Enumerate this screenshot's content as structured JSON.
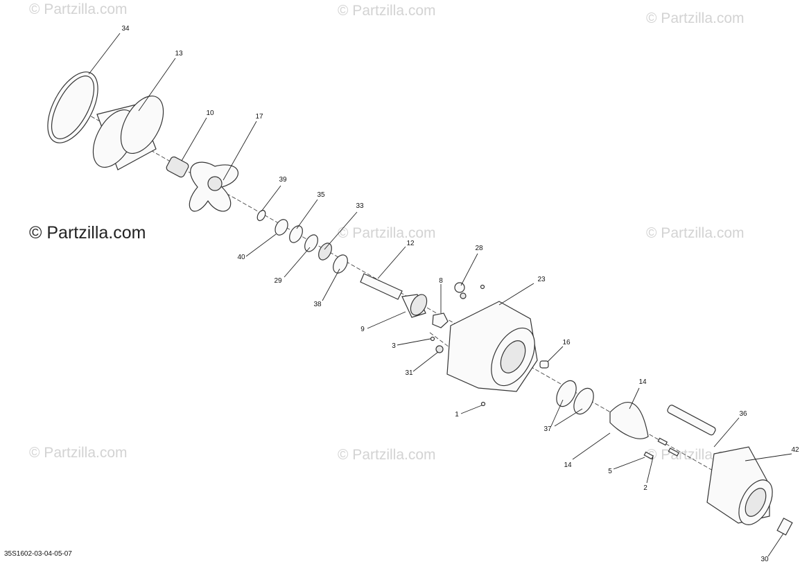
{
  "diagram": {
    "drawing_id": "35S1602-03-04-05-07",
    "watermark": "© Partzilla.com",
    "watermark_main": "© Partzilla.com",
    "callouts": [
      {
        "id": "34",
        "label": "34"
      },
      {
        "id": "13",
        "label": "13"
      },
      {
        "id": "10",
        "label": "10"
      },
      {
        "id": "17",
        "label": "17"
      },
      {
        "id": "39",
        "label": "39"
      },
      {
        "id": "35",
        "label": "35"
      },
      {
        "id": "33",
        "label": "33"
      },
      {
        "id": "40",
        "label": "40"
      },
      {
        "id": "29",
        "label": "29"
      },
      {
        "id": "12",
        "label": "12"
      },
      {
        "id": "38",
        "label": "38"
      },
      {
        "id": "28",
        "label": "28"
      },
      {
        "id": "23",
        "label": "23"
      },
      {
        "id": "8",
        "label": "8"
      },
      {
        "id": "9",
        "label": "9"
      },
      {
        "id": "3",
        "label": "3"
      },
      {
        "id": "31",
        "label": "31"
      },
      {
        "id": "16",
        "label": "16"
      },
      {
        "id": "1",
        "label": "1"
      },
      {
        "id": "14a",
        "label": "14"
      },
      {
        "id": "37",
        "label": "37"
      },
      {
        "id": "14b",
        "label": "14"
      },
      {
        "id": "36",
        "label": "36"
      },
      {
        "id": "42",
        "label": "42"
      },
      {
        "id": "5",
        "label": "5"
      },
      {
        "id": "2",
        "label": "2"
      },
      {
        "id": "30",
        "label": "30"
      }
    ]
  }
}
